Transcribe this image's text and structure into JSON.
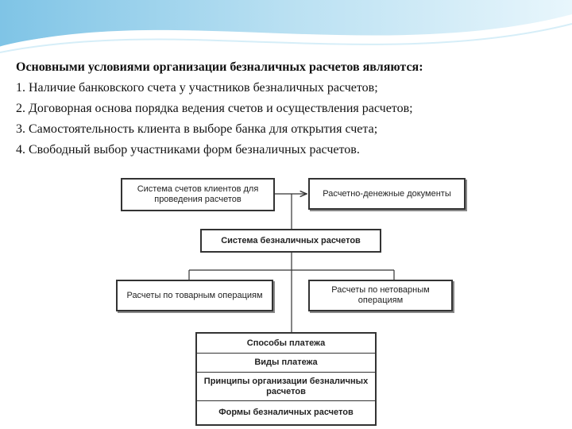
{
  "header": {
    "title": "Основными условиями организации безналичных расчетов являются:",
    "items": [
      "1. Наличие банковского счета у участников безналичных расчетов;",
      "2. Договорная основа порядка ведения счетов и осуществления расчетов;",
      "3. Самостоятельность клиента в выборе банка для открытия счета;",
      "4. Свободный выбор участниками форм безналичных расчетов."
    ]
  },
  "diagram": {
    "box_accounts": "Система счетов клиентов для проведения расчетов",
    "box_documents": "Расчетно-денежные документы",
    "box_system": "Система безналичных расчетов",
    "box_trade": "Расчеты по товарным операциям",
    "box_nontrade": "Расчеты по нетоварным операциям",
    "stack": [
      "Способы платежа",
      "Виды платежа",
      "Принципы организации безналичных расчетов",
      "Формы безналичных расчетов"
    ]
  }
}
